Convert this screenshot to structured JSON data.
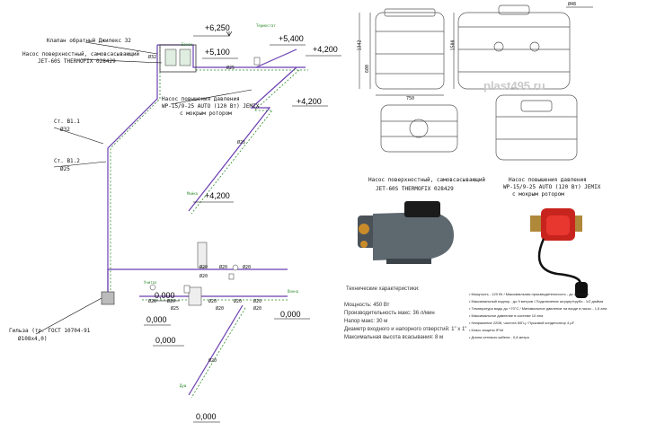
{
  "levels": {
    "l6250": "+6,250",
    "l5100": "+5,100",
    "l5400": "+5,400",
    "l4200a": "+4,200",
    "l4200b": "+4,200",
    "l4200c": "+4,200",
    "z1": "0,000",
    "z2": "0,000",
    "z3": "0,000",
    "z4": "0,000",
    "z5": "0,000"
  },
  "labels": {
    "valve": "Клапан обратный Джилекс 32",
    "pump1_a": "Насос поверхностный, самовсасывающий",
    "pump1_b": "JET-60S THERMOFIX 028429",
    "pump2_a": "Насос повышения давления",
    "pump2_b": "WP-15/9-25 AUTO (120 Вт) JEMIX",
    "pump2_c": "с мокрым ротором",
    "st1": "Ст. В1.1",
    "st1_d": "Ø32",
    "st2": "Ст. В1.2",
    "st2_d": "Ø25",
    "gilza1": "Гильза (тр. ГОСТ 10704-91",
    "gilza2": "Ø108х4,0)"
  },
  "diameters": [
    "Ø25",
    "Ø32",
    "Ø25",
    "Ø20",
    "Ø20",
    "Ø20",
    "Ø20",
    "Ø20",
    "Ø20",
    "Ø25",
    "Ø20",
    "Ø20",
    "Ø20",
    "Ø20",
    "Ø20",
    "Ø20"
  ],
  "green_tags": [
    "Бачок",
    "Термостат",
    "Мойка",
    "Ванна",
    "Унитаз",
    "Душ"
  ],
  "right": {
    "watermark": "plast495.ru",
    "dims": [
      "Ø48",
      "1342",
      "1500",
      "600",
      "750"
    ],
    "p1_title1": "Насос поверхностный, самовсасывающий",
    "p1_title2": "JET-60S THERMOFIX 028429",
    "p2_title1": "Насос повышения давления",
    "p2_title2": "WP-15/9-25 AUTO (120 Вт) JEMIX",
    "p2_title3": "с мокрым ротором",
    "specs_head": "Технические характеристики:",
    "spec1": "Мощность: 450 Вт",
    "spec2": "Производительность макс: 36 л/мин",
    "spec3": "Напор макс: 30 м",
    "spec4": "Диаметр входного и напорного отверстий: 1\" x 1\"",
    "spec5": "Максимальная высота всасывания: 8 м",
    "b1": "Мощность - 120 Вт / Максимальная производительность - до 25 л/мин",
    "b2": "Максимальный подпор - до 9 метров / Подключение штуцер/трубо - 1/2 дюйма",
    "b3": "Температура воды до +70°С / Минимальное давление на входе в насос - 1,5 атм",
    "b4": "Максимальное давление в системе 10 атм",
    "b5": "Напряжение 220В, частота 50Гц / Пусковой конденсатор 4 µF",
    "b6": "Класс защиты IP44",
    "b7": "Длина сетевого кабеля - 0,8 метра"
  }
}
